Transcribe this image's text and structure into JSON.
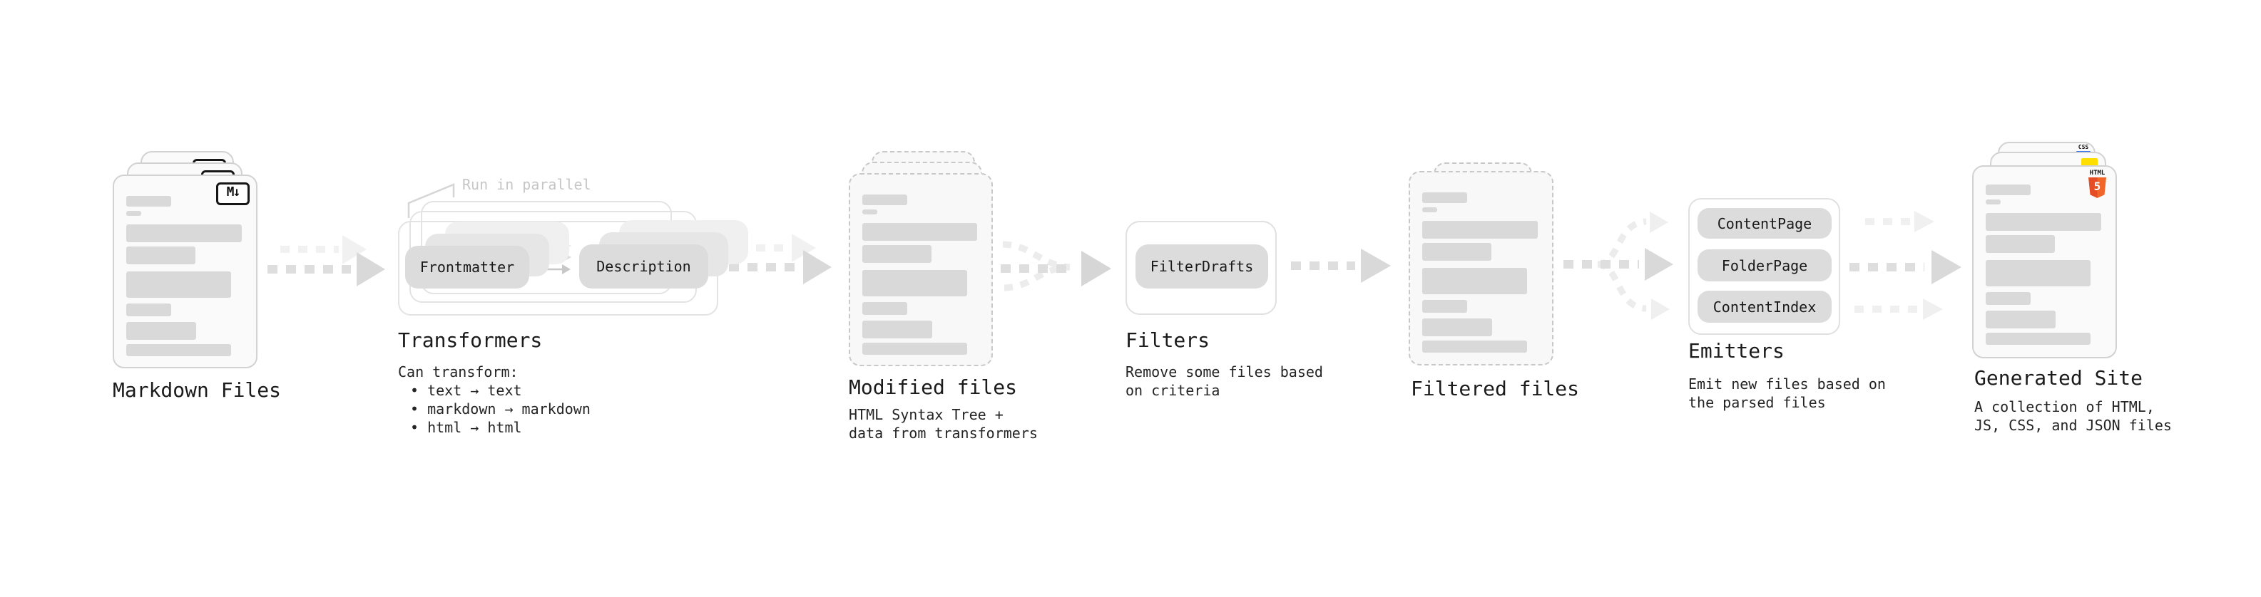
{
  "diagram": {
    "stages": {
      "markdown_files": {
        "title": "Markdown Files",
        "icon_text": "M↓"
      },
      "transformers": {
        "title": "Transformers",
        "annotation": "Run in parallel",
        "frontmatter_label": "Frontmatter",
        "description_label": "Description",
        "desc_heading": "Can transform:",
        "bullet_char": "•",
        "bullets": [
          "text → text",
          "markdown → markdown",
          "html → html"
        ]
      },
      "modified_files": {
        "title": "Modified files",
        "desc_line1": "HTML Syntax Tree +",
        "desc_line2": "data from transformers"
      },
      "filters": {
        "title": "Filters",
        "button_label": "FilterDrafts",
        "desc_line1": "Remove some files based",
        "desc_line2": "on criteria"
      },
      "filtered_files": {
        "title": "Filtered files"
      },
      "emitters": {
        "title": "Emitters",
        "buttons": [
          "ContentPage",
          "FolderPage",
          "ContentIndex"
        ],
        "desc_line1": "Emit new files based on",
        "desc_line2": "the parsed files"
      },
      "generated_site": {
        "title": "Generated Site",
        "desc_line1": "A collection of HTML,",
        "desc_line2": "JS, CSS, and JSON files",
        "css_badge_text": "CSS",
        "html_badge_text": "HTML",
        "html5_number": "5"
      }
    },
    "colors": {
      "css_blue": "#2f6fed",
      "js_yellow": "#ffdf00",
      "html5_orange_dark": "#e44d26",
      "html5_orange_light": "#f16529"
    }
  }
}
